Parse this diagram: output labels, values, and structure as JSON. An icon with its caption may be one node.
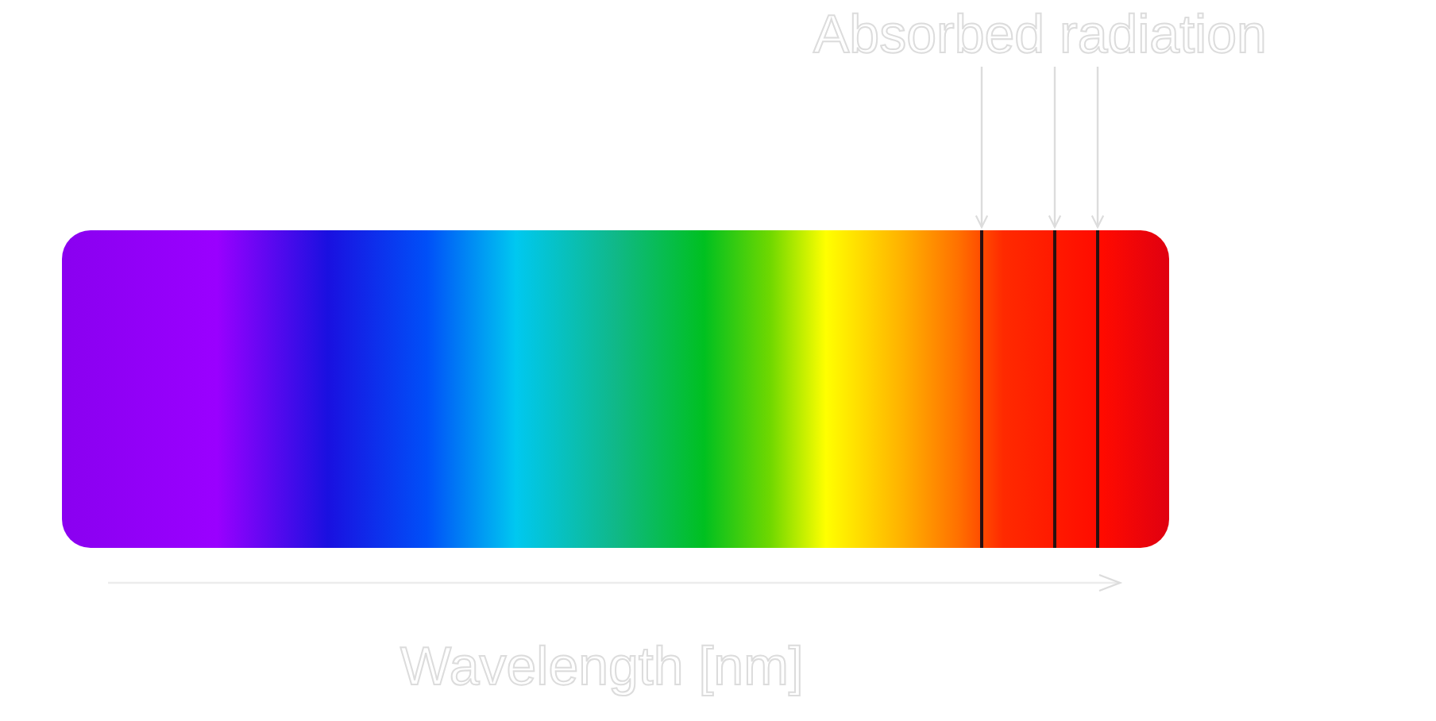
{
  "diagram": {
    "nodes": [
      {
        "text": [
          "Absorbed radiation"
        ]
      },
      {
        "text": [],
        "shape": "bar"
      },
      {
        "text": [],
        "shape": "bar",
        "in": 1
      },
      {
        "text": [],
        "shape": "bar",
        "in": 1
      },
      {
        "text": [],
        "shape": "bar",
        "in": 1
      }
    ],
    "edges": [
      {
        "from": 0,
        "to": 2,
        "arrow": "to"
      },
      {
        "from": 0,
        "to": 3,
        "arrow": "to"
      },
      {
        "from": 0,
        "to": 4,
        "arrow": "to"
      }
    ],
    "labels": [
      "Wavelength [nm]"
    ]
  }
}
